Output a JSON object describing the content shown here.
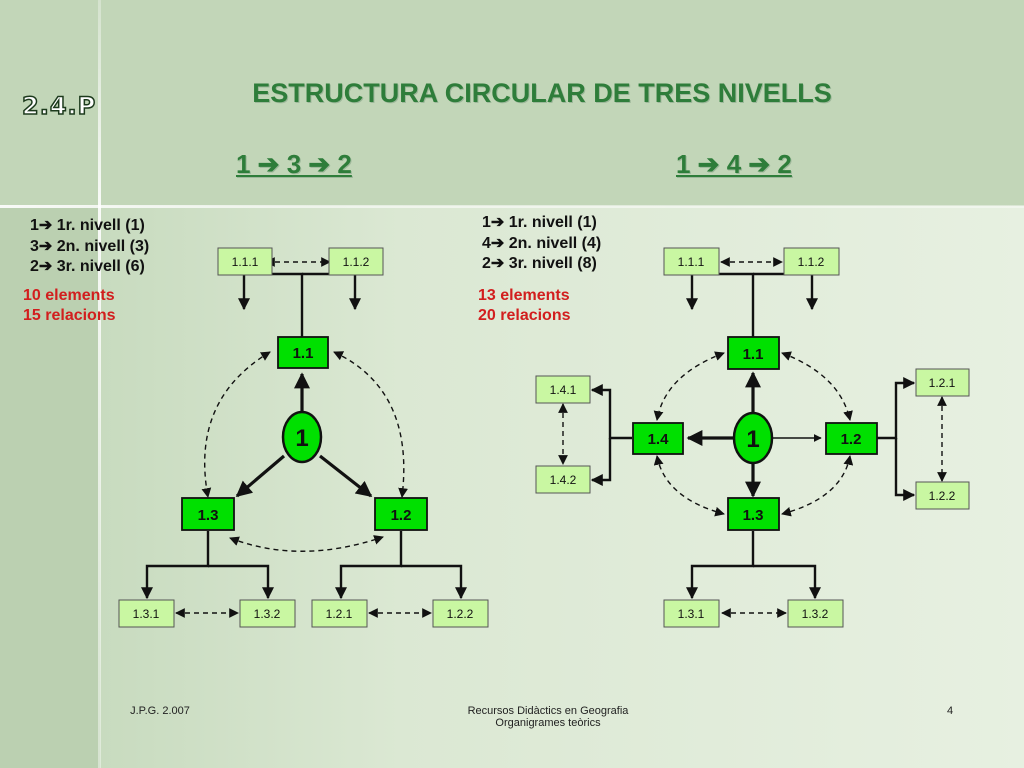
{
  "badge": "2.4.P",
  "title": "ESTRUCTURA CIRCULAR DE TRES NIVELLS",
  "left": {
    "heading": "1 ➔ 3 ➔ 2",
    "legend": [
      "1➔ 1r. nivell (1)",
      "3➔ 2n. nivell (3)",
      "2➔ 3r. nivell (6)"
    ],
    "elements": "10 elements",
    "relations": "15 relacions",
    "nodes": {
      "center": "1",
      "n11": "1.1",
      "n12": "1.2",
      "n13": "1.3",
      "n111": "1.1.1",
      "n112": "1.1.2",
      "n121": "1.2.1",
      "n122": "1.2.2",
      "n131": "1.3.1",
      "n132": "1.3.2"
    }
  },
  "right": {
    "heading": "1 ➔ 4 ➔ 2",
    "legend": [
      "1➔ 1r. nivell (1)",
      "4➔ 2n. nivell (4)",
      "2➔ 3r. nivell (8)"
    ],
    "elements": "13 elements",
    "relations": "20 relacions",
    "nodes": {
      "center": "1",
      "n11": "1.1",
      "n12": "1.2",
      "n13": "1.3",
      "n14": "1.4",
      "n111": "1.1.1",
      "n112": "1.1.2",
      "n121": "1.2.1",
      "n122": "1.2.2",
      "n131": "1.3.1",
      "n132": "1.3.2",
      "n141": "1.4.1",
      "n142": "1.4.2"
    }
  },
  "footer": {
    "left": "J.P.G. 2.007",
    "center_line1": "Recursos Didàctics en Geografia",
    "center_line2": "Organigrames teòrics",
    "page": "4"
  },
  "colors": {
    "title": "#2e7d3a",
    "primary_box": "#00e000",
    "secondary_box": "#c9f7a2",
    "count_text": "#d21e1e"
  }
}
